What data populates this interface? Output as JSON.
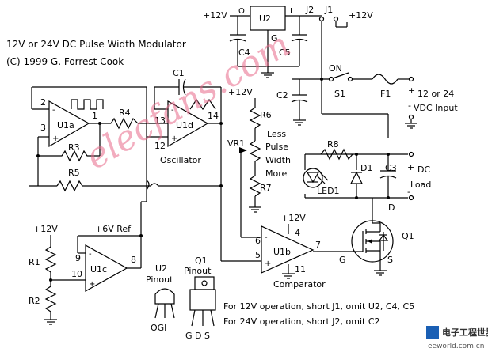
{
  "title": "12V or 24V DC Pulse Width Modulator",
  "copyright": "(C) 1999 G. Forrest Cook",
  "watermark": "elecfans.com",
  "logo": {
    "cn": "电子工程世界",
    "en": "eeworld.com.cn"
  },
  "supply_top_left": "+12V",
  "supply_top_right": "+12V",
  "supply_r6": "+12V",
  "supply_r1": "+12V",
  "supply_u1b": "+12V",
  "regulator": {
    "name": "U2",
    "pin_o": "O",
    "pin_i": "I",
    "pin_g": "G"
  },
  "caps": {
    "c1": "C1",
    "c2": "C2",
    "c3": "C3",
    "c4": "C4",
    "c5": "C5"
  },
  "jumpers": {
    "j1": "J1",
    "j2": "J2"
  },
  "resistors": {
    "r1": "R1",
    "r2": "R2",
    "r3": "R3",
    "r4": "R4",
    "r5": "R5",
    "r6": "R6",
    "r7": "R7",
    "r8": "R8"
  },
  "vr1": "VR1",
  "opamps": {
    "u1a": "U1a",
    "u1b": "U1b",
    "u1c": "U1c",
    "u1d": "U1d"
  },
  "pins": {
    "p2": "2",
    "p3": "3",
    "p1": "1",
    "p13": "13",
    "p12": "12",
    "p14": "14",
    "p9": "9",
    "p10": "10",
    "p8": "8",
    "p6": "6",
    "p5": "5",
    "p7": "7",
    "p4": "4",
    "p11": "11"
  },
  "labels": {
    "oscillator": "Oscillator",
    "comparator": "Comparator",
    "ref": "+6V Ref",
    "less": "Less",
    "pulse": "Pulse",
    "width": "Width",
    "more": "More",
    "on": "ON",
    "s1": "S1",
    "f1": "F1",
    "vin1": "12 or 24",
    "vin2": "VDC Input",
    "load1": "DC",
    "load2": "Load",
    "d1": "D1",
    "led1": "LED1",
    "q1": "Q1",
    "gate_g": "G",
    "drain_d": "D",
    "source_s": "S"
  },
  "pinouts": {
    "u2_title1": "U2",
    "u2_title2": "Pinout",
    "u2_pins": "OGI",
    "q1_title1": "Q1",
    "q1_title2": "Pinout",
    "q1_pins": "G D S"
  },
  "notes": {
    "n1": "For 12V operation, short J1, omit U2, C4, C5",
    "n2": "For 24V operation, short J2, omit C2"
  }
}
